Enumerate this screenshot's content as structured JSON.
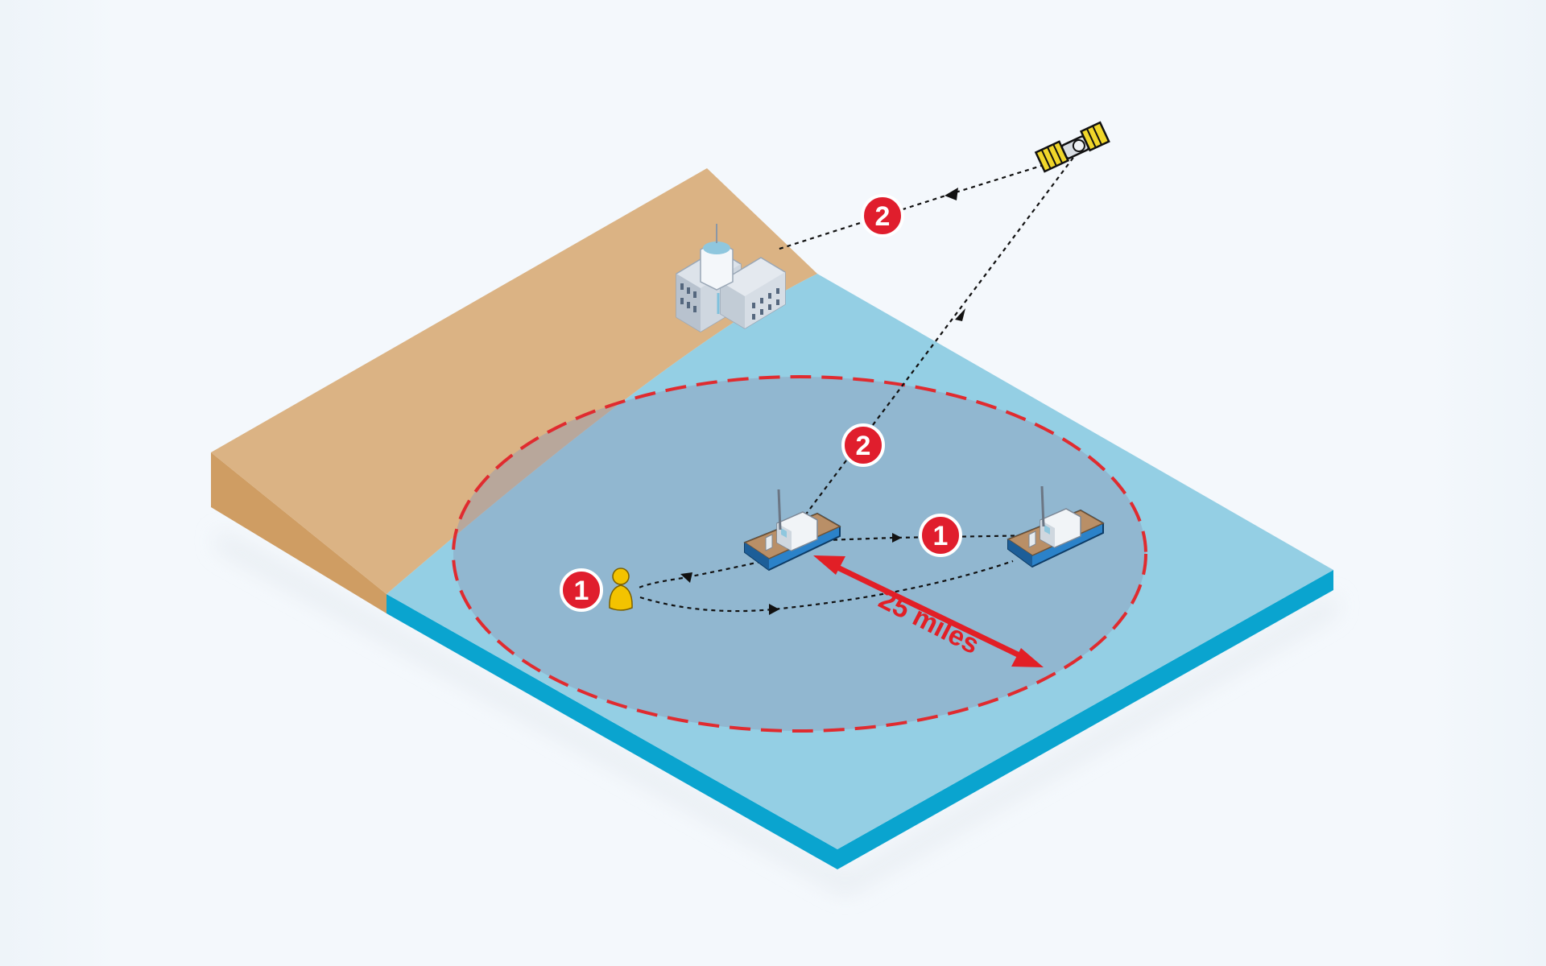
{
  "diagram": {
    "step_labels": {
      "ship_to_ship": "1",
      "person_to_ship": "1",
      "ship_to_satellite": "2",
      "satellite_to_station": "2"
    },
    "distance_label": "25 miles"
  },
  "colors": {
    "land": "#dbb384",
    "land_side": "#cf9d63",
    "sea": "#94cfe4",
    "sea_edge": "#0aa4cf",
    "range_fill": "#8f98b8",
    "range_dash": "#e02b2f",
    "badge": "#e01e2d",
    "distance_arrow": "#e21f26",
    "person": "#f3c300",
    "boat_hull": "#2b82c9",
    "satellite_panel": "#f0d62a"
  },
  "icons": {
    "coast_station": "coast-station-building-icon",
    "satellite": "satellite-icon",
    "boat": "fishing-boat-icon",
    "person": "person-in-water-icon"
  }
}
